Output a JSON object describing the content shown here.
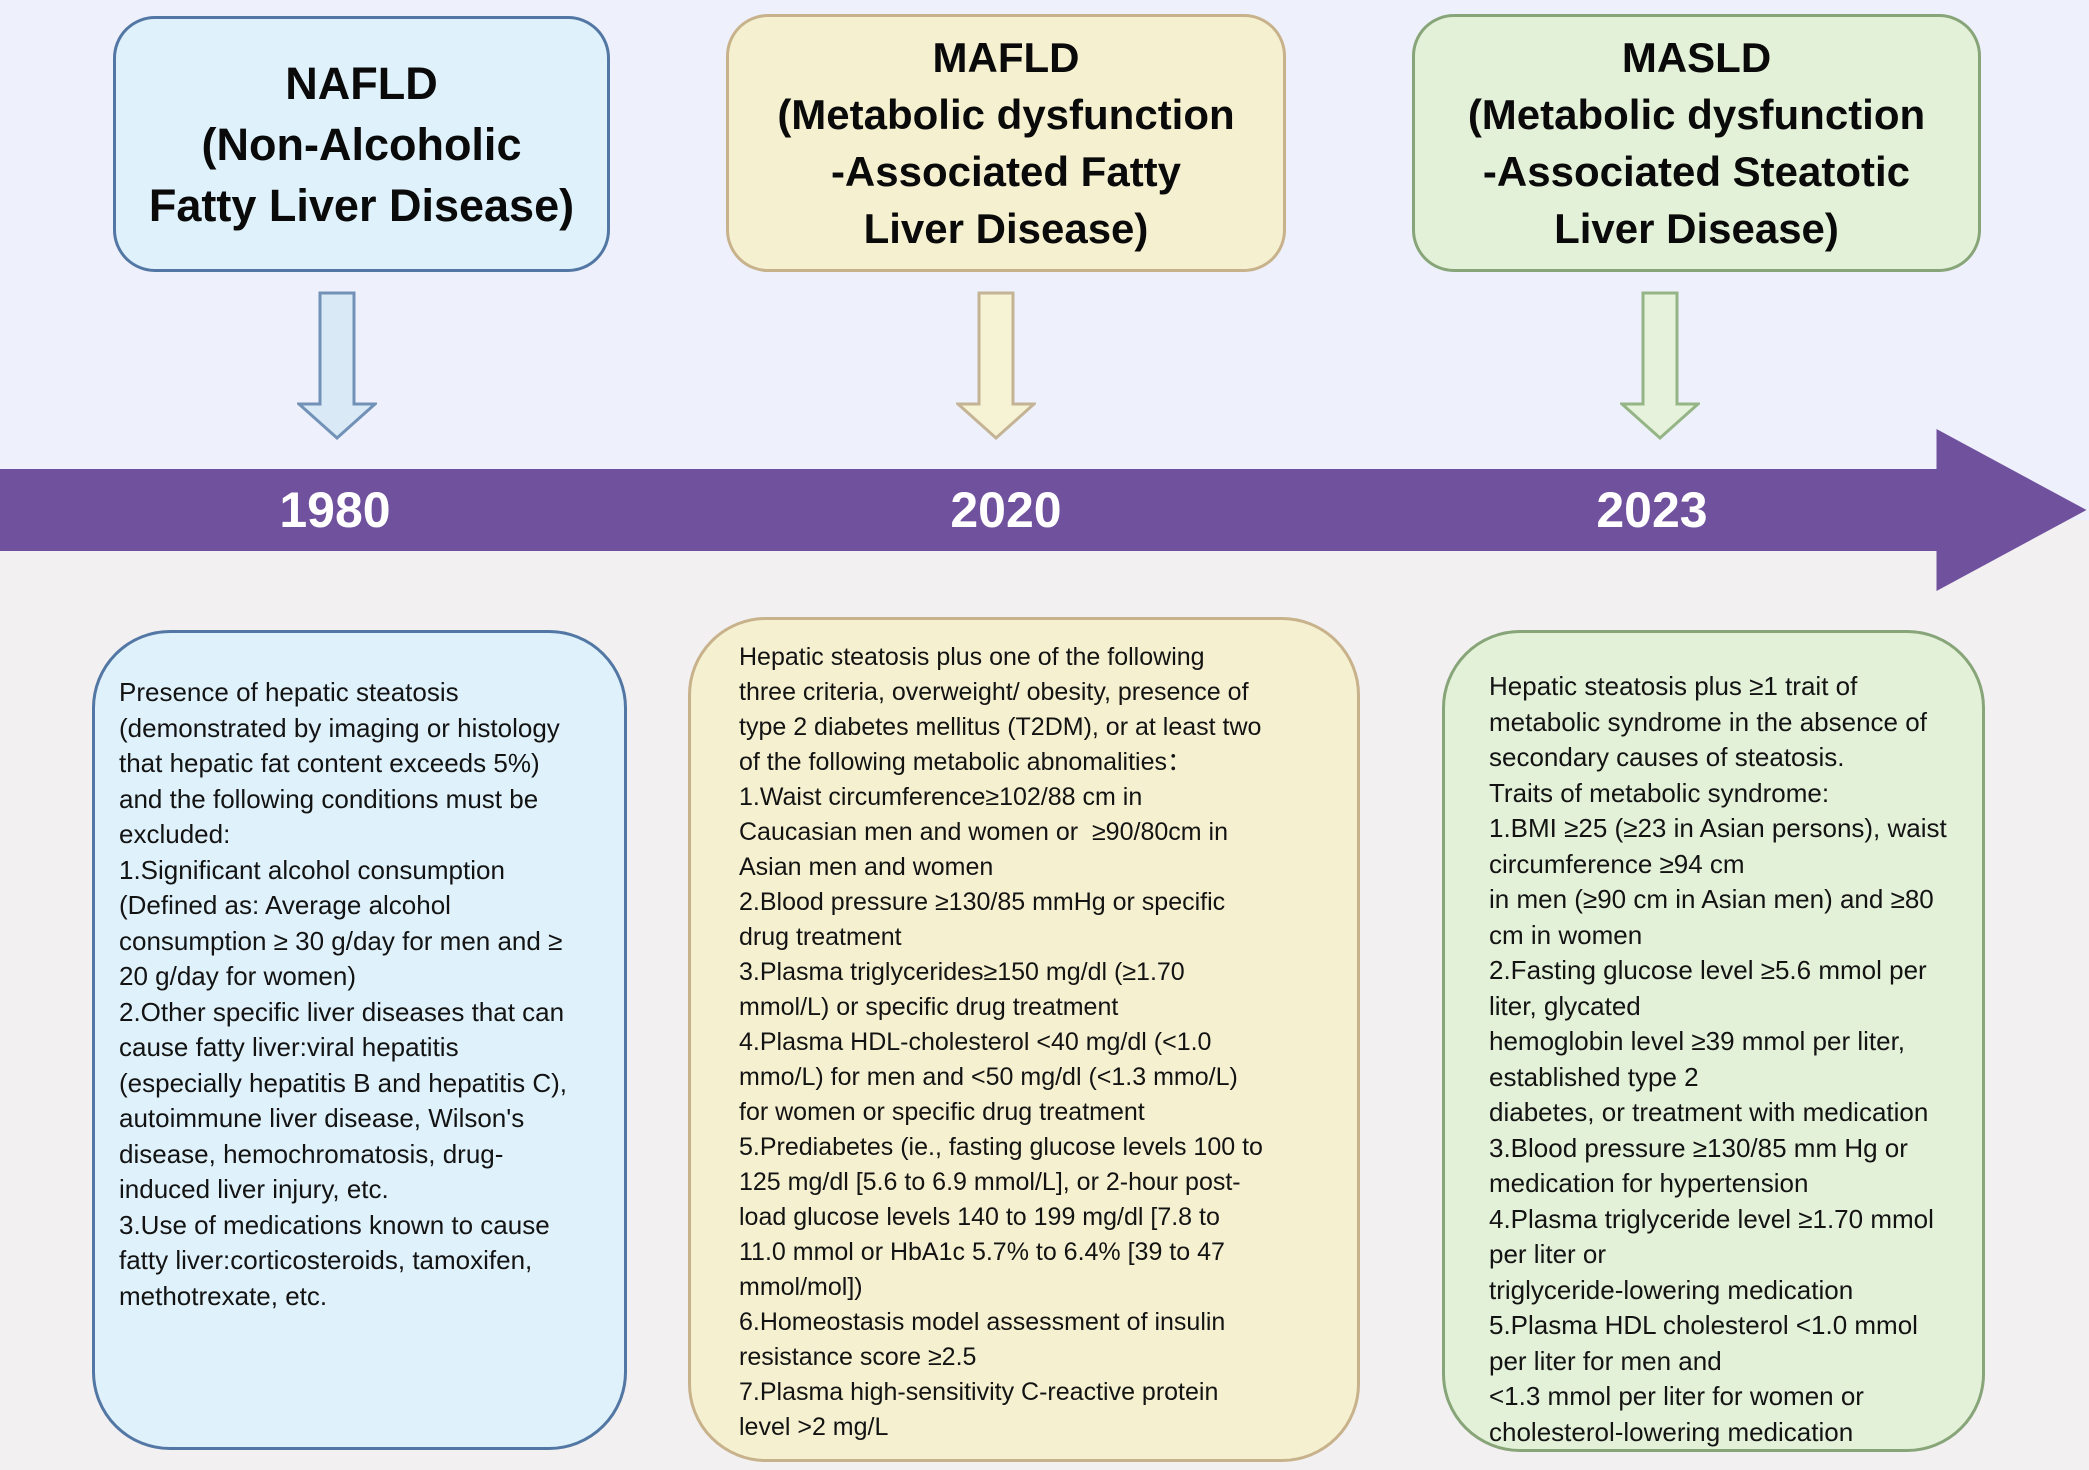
{
  "colors": {
    "timeline_purple": "#70519E",
    "background_top": "#EEF1FB",
    "background_bottom": "#F2F0F1",
    "nafld_fill": "#DFF1FA",
    "nafld_border": "#5377A4",
    "mafld_fill": "#F5F1D0",
    "mafld_border": "#C8B28C",
    "masld_fill": "#E4F1D9",
    "masld_border": "#87A578",
    "year_text": "#FFFFFF"
  },
  "eras": [
    {
      "acronym": "NAFLD",
      "year": "1980",
      "title": "NAFLD\n(Non-Alcoholic\nFatty Liver Disease)",
      "criteria": "Presence of hepatic steatosis\n(demonstrated by imaging or histology\nthat hepatic fat content exceeds 5%)\nand the following conditions must be\nexcluded:\n1.Significant alcohol consumption\n(Defined as: Average alcohol\nconsumption ≥ 30 g/day for men and ≥\n20 g/day for women)\n2.Other specific liver diseases that can\ncause fatty liver:viral hepatitis\n(especially hepatitis B and hepatitis C),\nautoimmune liver disease, Wilson's\ndisease, hemochromatosis, drug-\ninduced liver injury, etc.\n3.Use of medications known to cause\nfatty liver:corticosteroids, tamoxifen,\nmethotrexate, etc."
    },
    {
      "acronym": "MAFLD",
      "year": "2020",
      "title": "MAFLD\n(Metabolic dysfunction\n-Associated Fatty\nLiver Disease)",
      "criteria": "Hepatic steatosis plus one of the following\nthree criteria, overweight/ obesity, presence of\ntype 2 diabetes mellitus (T2DM), or at least two\nof the following metabolic abnomalities：\n1.Waist circumference≥102/88 cm in\nCaucasian men and women or  ≥90/80cm in\nAsian men and women\n2.Blood pressure ≥130/85 mmHg or specific\ndrug treatment\n3.Plasma triglycerides≥150 mg/dl (≥1.70\nmmol/L) or specific drug treatment\n4.Plasma HDL-cholesterol <40 mg/dl (<1.0\nmmo/L) for men and <50 mg/dl (<1.3 mmo/L)\nfor women or specific drug treatment\n5.Prediabetes (ie., fasting glucose levels 100 to\n125 mg/dl [5.6 to 6.9 mmol/L], or 2-hour post-\nload glucose levels 140 to 199 mg/dl [7.8 to\n11.0 mmol or HbA1c 5.7% to 6.4% [39 to 47\nmmol/mol])\n6.Homeostasis model assessment of insulin\nresistance score ≥2.5\n7.Plasma high-sensitivity C-reactive protein\nlevel >2 mg/L"
    },
    {
      "acronym": "MASLD",
      "year": "2023",
      "title": "MASLD\n(Metabolic dysfunction\n-Associated Steatotic\nLiver Disease)",
      "criteria": "Hepatic steatosis plus ≥1 trait of\nmetabolic syndrome in the absence of\nsecondary causes of steatosis.\nTraits of metabolic syndrome:\n1.BMI ≥25 (≥23 in Asian persons), waist\ncircumference ≥94 cm\nin men (≥90 cm in Asian men) and ≥80\ncm in women\n2.Fasting glucose level ≥5.6 mmol per\nliter, glycated\nhemoglobin level ≥39 mmol per liter,\nestablished type 2\ndiabetes, or treatment with medication\n3.Blood pressure ≥130/85 mm Hg or\nmedication for hypertension\n4.Plasma triglyceride level ≥1.70 mmol\nper liter or\ntriglyceride-lowering medication\n5.Plasma HDL cholesterol <1.0 mmol\nper liter for men and\n<1.3 mmol per liter for women or\ncholesterol-lowering medication"
    }
  ]
}
